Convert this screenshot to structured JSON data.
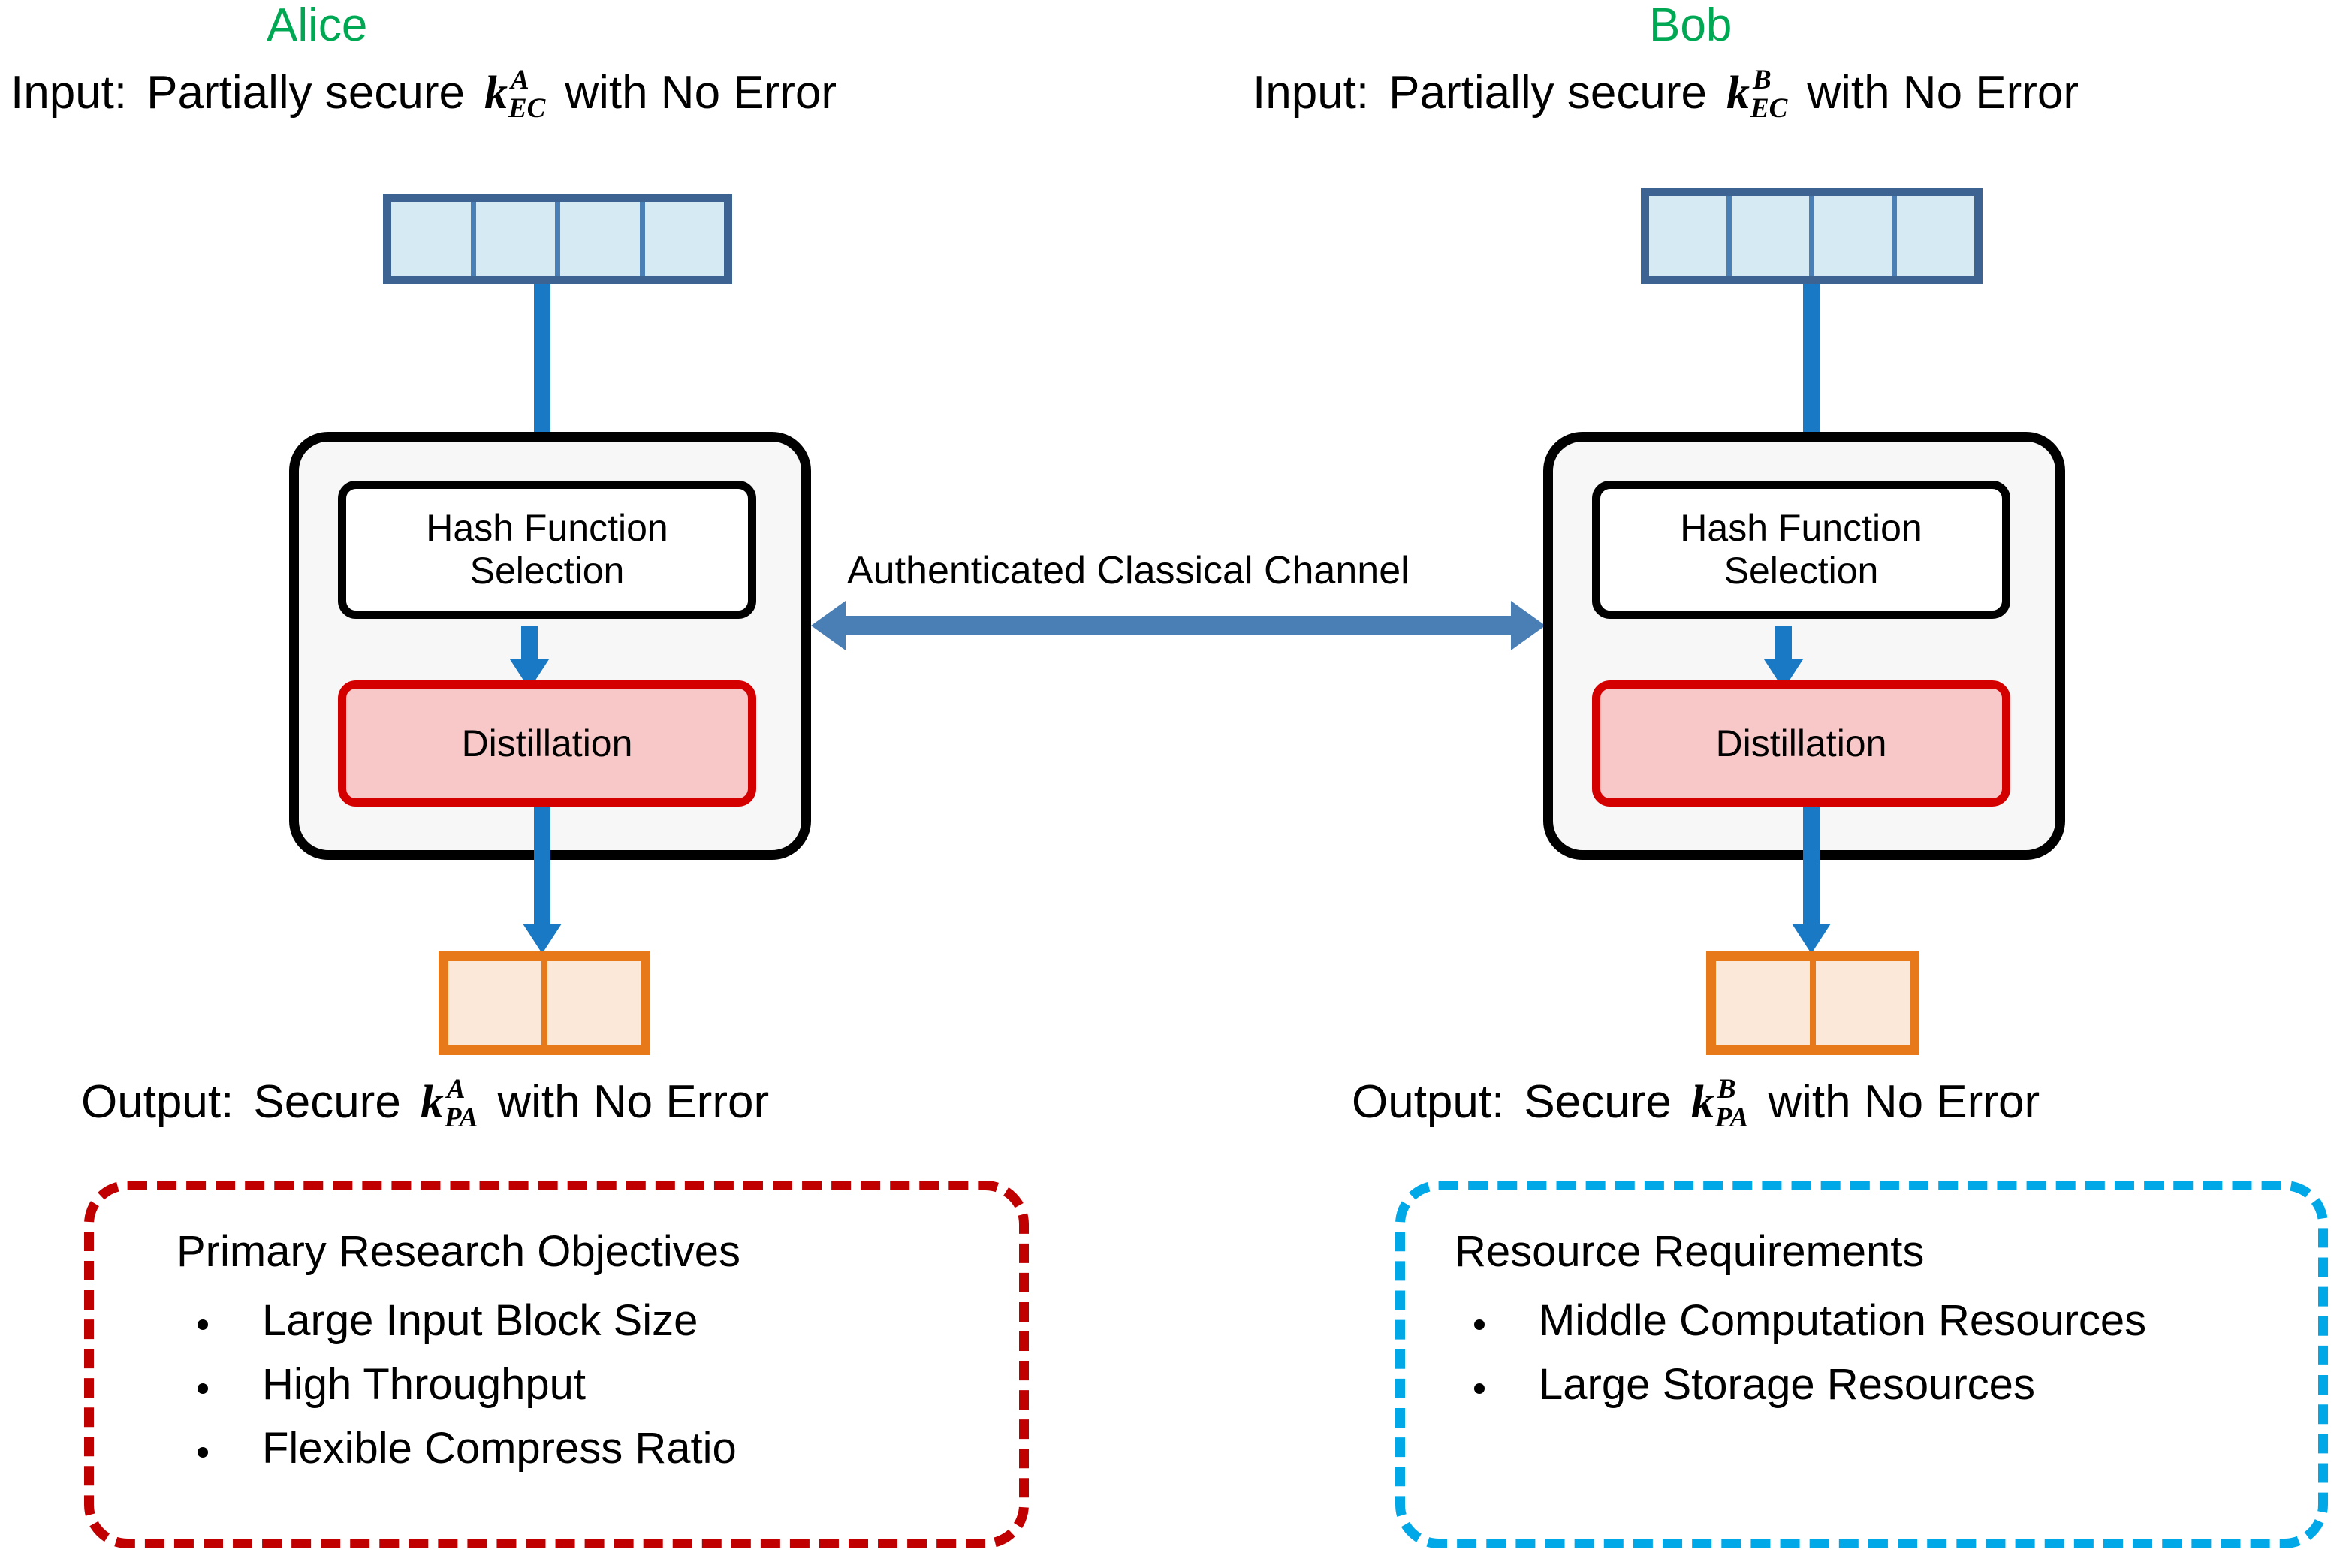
{
  "parties": {
    "alice": {
      "name": "Alice",
      "name_color": "#00a854",
      "input_line": {
        "prefix": "Input:",
        "middle": "Partially secure",
        "key": {
          "base": "k",
          "sup": "A",
          "sub": "EC"
        },
        "suffix": "with No Error"
      },
      "output_line": {
        "prefix": "Output:",
        "middle": "Secure",
        "key": {
          "base": "k",
          "sup": "A",
          "sub": "PA"
        },
        "suffix": "with No Error"
      },
      "input_block": {
        "cells": 4,
        "fill": "#d6eaf4",
        "stroke": "#3d6393"
      },
      "output_block": {
        "cells": 2,
        "fill": "#fce8d8",
        "stroke": "#e8791a"
      },
      "module": {
        "hash_box_line1": "Hash Function",
        "hash_box_line2": "Selection",
        "distillation_label": "Distillation",
        "distillation_fill": "#f8c8c8",
        "distillation_stroke": "#d40000"
      },
      "callout": {
        "border_color": "#c00000",
        "style": "dashed",
        "title": "Primary Research Objectives",
        "bullets": [
          "Large Input Block Size",
          "High Throughput",
          "Flexible Compress Ratio"
        ]
      }
    },
    "bob": {
      "name": "Bob",
      "name_color": "#00a854",
      "input_line": {
        "prefix": "Input:",
        "middle": "Partially secure",
        "key": {
          "base": "k",
          "sup": "B",
          "sub": "EC"
        },
        "suffix": "with No Error"
      },
      "output_line": {
        "prefix": "Output:",
        "middle": "Secure",
        "key": {
          "base": "k",
          "sup": "B",
          "sub": "PA"
        },
        "suffix": "with No Error"
      },
      "input_block": {
        "cells": 4,
        "fill": "#d6eaf4",
        "stroke": "#3d6393"
      },
      "output_block": {
        "cells": 2,
        "fill": "#fce8d8",
        "stroke": "#e8791a"
      },
      "module": {
        "hash_box_line1": "Hash Function",
        "hash_box_line2": "Selection",
        "distillation_label": "Distillation",
        "distillation_fill": "#f8c8c8",
        "distillation_stroke": "#d40000"
      },
      "callout": {
        "border_color": "#00a8e8",
        "style": "dashed",
        "title": "Resource Requirements",
        "bullets": [
          "Middle Computation Resources",
          "Large Storage Resources"
        ]
      }
    }
  },
  "channel": {
    "label": "Authenticated Classical Channel",
    "color": "#4a7fb5",
    "direction": "bidirectional"
  },
  "arrow_color": "#1a79c4"
}
